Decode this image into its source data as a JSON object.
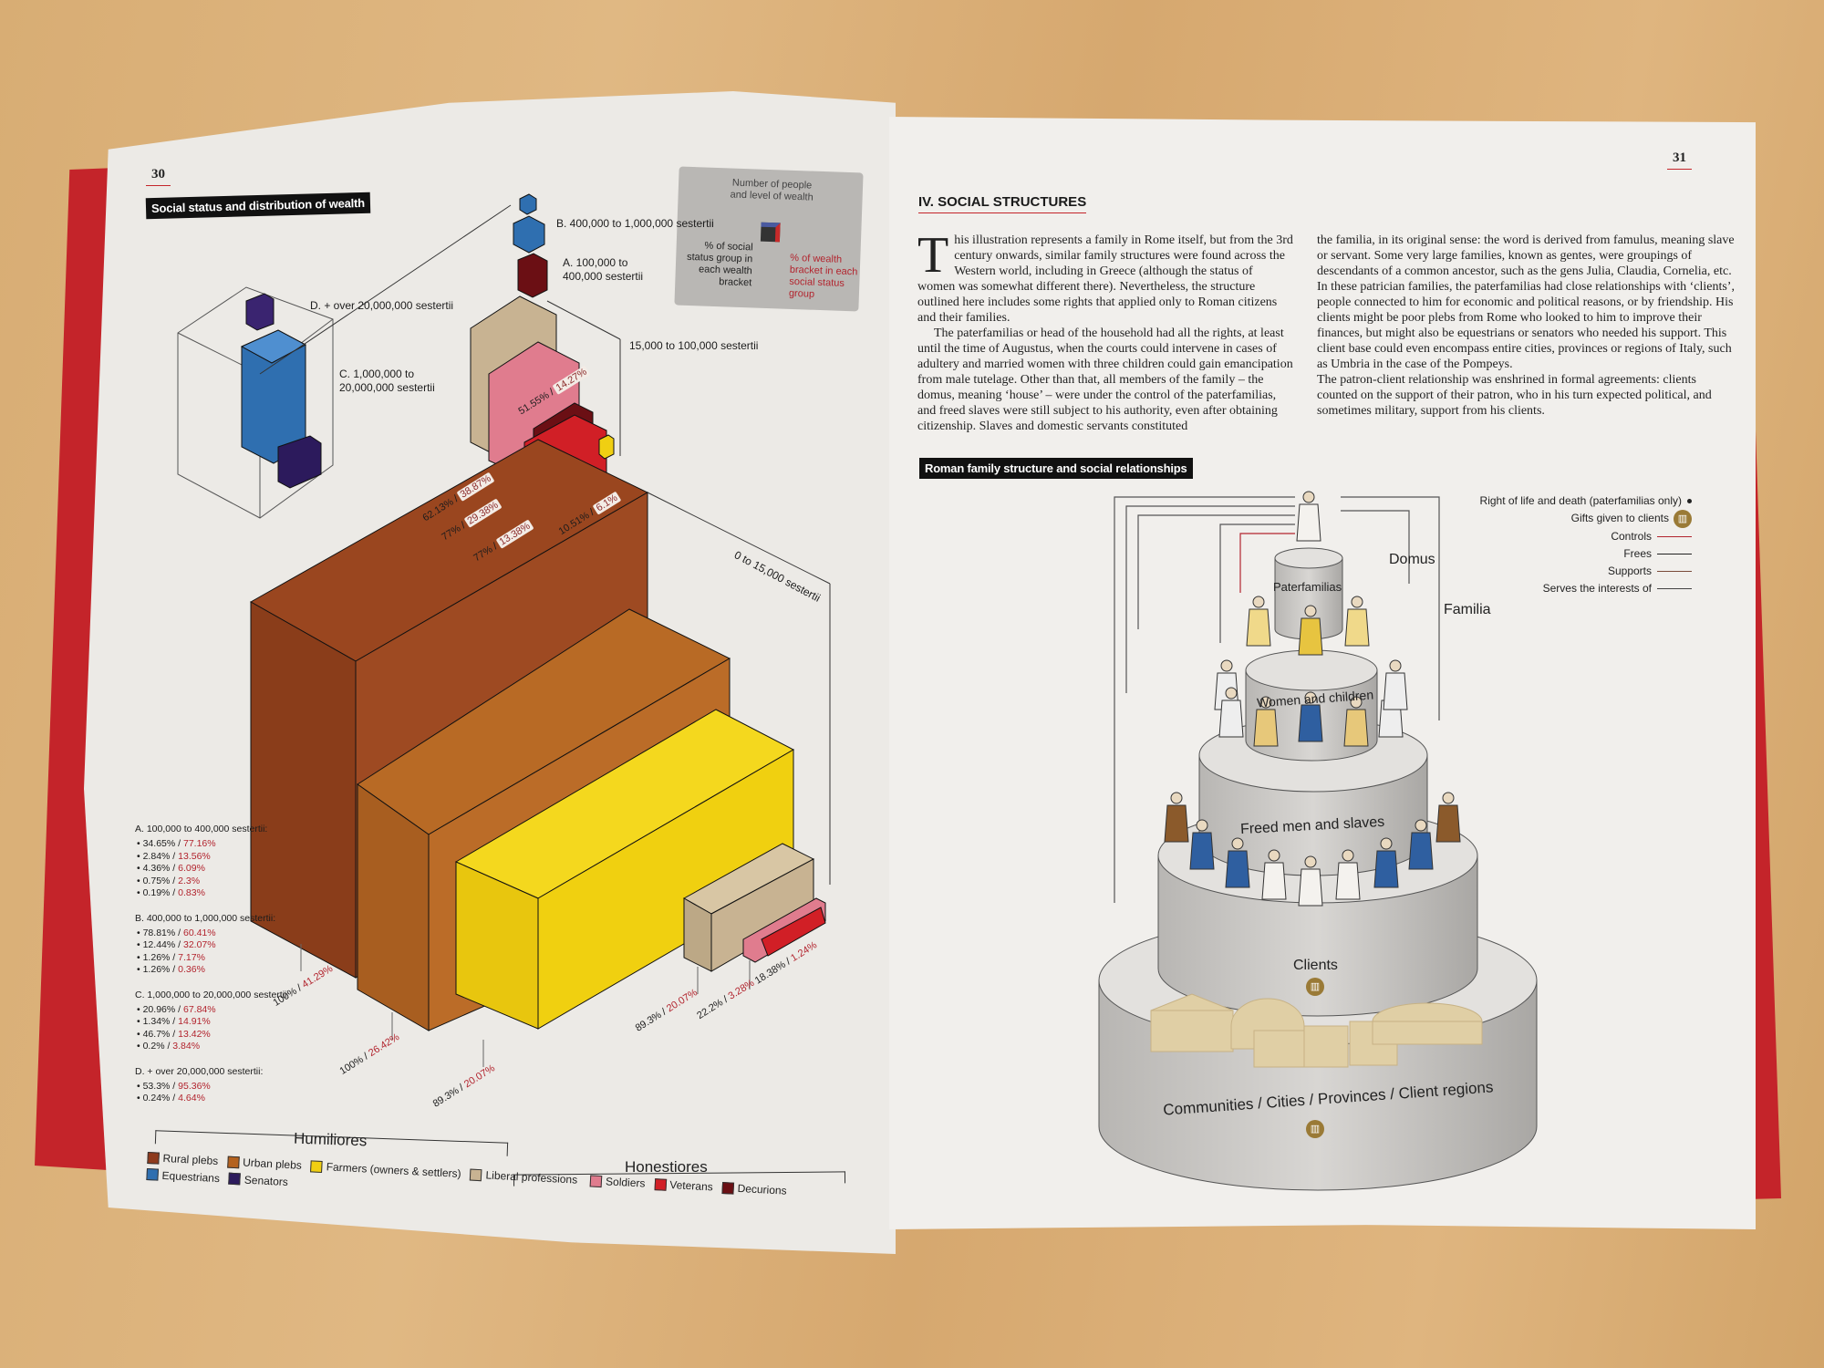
{
  "left_page": {
    "page_number": "30",
    "title": "Social status and distribution of wealth",
    "key_box": {
      "top": "Number of people and level of wealth",
      "left": "% of social status group in each wealth bracket",
      "right": "% of wealth bracket in each social status group"
    },
    "bracket_labels": {
      "b": "B. 400,000 to 1,000,000 sestertii",
      "a": "A. 100,000 to 400,000 sestertii",
      "d": "D. + over 20,000,000 sestertii",
      "c": "C. 1,000,000 to 20,000,000 sestertii",
      "mid": "15,000 to 100,000 sestertii",
      "low": "0 to 15,000 sestertii"
    },
    "top_labels": [
      {
        "a": "62.13%",
        "b": "38.87%"
      },
      {
        "a": "77%",
        "b": "29.38%"
      },
      {
        "a": "77%",
        "b": "13.38%"
      },
      {
        "a": "10.51%",
        "b": "6.1%"
      },
      {
        "a": "51.55%",
        "b": "14.27%"
      }
    ],
    "bottom_labels": [
      {
        "a": "100%",
        "b": "41.29%"
      },
      {
        "a": "100%",
        "b": "26.42%"
      },
      {
        "a": "89.3%",
        "b": "20.07%"
      },
      {
        "a": "89.3%",
        "b": "20.07%"
      },
      {
        "a": "22.2%",
        "b": "3.28%"
      },
      {
        "a": "18.38%",
        "b": "1.24%"
      }
    ],
    "side_lists": [
      {
        "title": "A. 100,000 to 400,000 sestertii:",
        "rows": [
          [
            "34.65%",
            "77.16%"
          ],
          [
            "2.84%",
            "13.56%"
          ],
          [
            "4.36%",
            "6.09%"
          ],
          [
            "0.75%",
            "2.3%"
          ],
          [
            "0.19%",
            "0.83%"
          ]
        ]
      },
      {
        "title": "B. 400,000 to 1,000,000 sestertii:",
        "rows": [
          [
            "78.81%",
            "60.41%"
          ],
          [
            "12.44%",
            "32.07%"
          ],
          [
            "1.26%",
            "7.17%"
          ],
          [
            "1.26%",
            "0.36%"
          ]
        ]
      },
      {
        "title": "C. 1,000,000 to 20,000,000 sestertii:",
        "rows": [
          [
            "20.96%",
            "67.84%"
          ],
          [
            "1.34%",
            "14.91%"
          ],
          [
            "46.7%",
            "13.42%"
          ],
          [
            "0.2%",
            "3.84%"
          ]
        ]
      },
      {
        "title": "D. + over 20,000,000 sestertii:",
        "rows": [
          [
            "53.3%",
            "95.36%"
          ],
          [
            "0.24%",
            "4.64%"
          ]
        ]
      }
    ],
    "groups": {
      "humiliores": "Humiliores",
      "honestiores": "Honestiores"
    },
    "legend": [
      {
        "label": "Rural plebs",
        "color": "#8e3a1c"
      },
      {
        "label": "Urban plebs",
        "color": "#b4621f"
      },
      {
        "label": "Farmers (owners & settlers)",
        "color": "#f0cf12"
      },
      {
        "label": "Liberal professions",
        "color": "#c8b392"
      },
      {
        "label": "Soldiers",
        "color": "#e07c8e"
      },
      {
        "label": "Veterans",
        "color": "#d11f26"
      },
      {
        "label": "Decurions",
        "color": "#6b0f14"
      },
      {
        "label": "Equestrians",
        "color": "#2f6fb0"
      },
      {
        "label": "Senators",
        "color": "#2c1a5c"
      }
    ]
  },
  "right_page": {
    "page_number": "31",
    "heading": "IV. SOCIAL STRUCTURES",
    "col1": [
      "This illustration represents a family in Rome itself, but from the 3rd century onwards, similar family structures were found across the Western world, including in Greece (although the status of women was somewhat different there). Nevertheless, the structure outlined here includes some rights that applied only to Roman citizens and their families.",
      "The paterfamilias or head of the household had all the rights, at least until the time of Augustus, when the courts could intervene in cases of adultery and married women with three children could gain emancipation from male tutelage. Other than that, all members of the family – the domus, meaning ‘house’ – were under the control of the paterfamilias, and freed slaves were still subject to his authority, even after obtaining citizenship. Slaves and domestic servants constituted"
    ],
    "col2": [
      "the familia, in its original sense: the word is derived from famulus, meaning slave or servant. Some very large families, known as gentes, were groupings of descendants of a common ancestor, such as the gens Julia, Claudia, Cornelia, etc. In these patrician families, the paterfamilias had close relationships with ‘clients’, people connected to him for economic and political reasons, or by friendship. His clients might be poor plebs from Rome who looked to him to improve their finances, but might also be equestrians or senators who needed his support. This client base could even encompass entire cities, provinces or regions of Italy, such as Umbria in the case of the Pompeys.",
      "The patron-client relationship was enshrined in formal agreements: clients counted on the support of their patron, who in his turn expected political, and sometimes military, support from his clients."
    ],
    "diagram_title": "Roman family structure and social relationships",
    "tiers": [
      "Paterfamilias",
      "Women and children",
      "Freed men and slaves",
      "Clients",
      "Communities / Cities / Provinces / Client regions"
    ],
    "domus": "Domus",
    "familia": "Familia",
    "legend": [
      {
        "label": "Right of life and death (paterfamilias only)",
        "icon": "dot-icon"
      },
      {
        "label": "Gifts given to clients",
        "icon": "gift-icon"
      },
      {
        "label": "Controls",
        "icon": "arrow-red",
        "color": "#b2242e"
      },
      {
        "label": "Frees",
        "icon": "arrow-black",
        "color": "#222222"
      },
      {
        "label": "Supports",
        "icon": "arrow-brown",
        "color": "#7a4a3a"
      },
      {
        "label": "Serves the interests of",
        "icon": "arrow-grey",
        "color": "#444444"
      }
    ]
  }
}
